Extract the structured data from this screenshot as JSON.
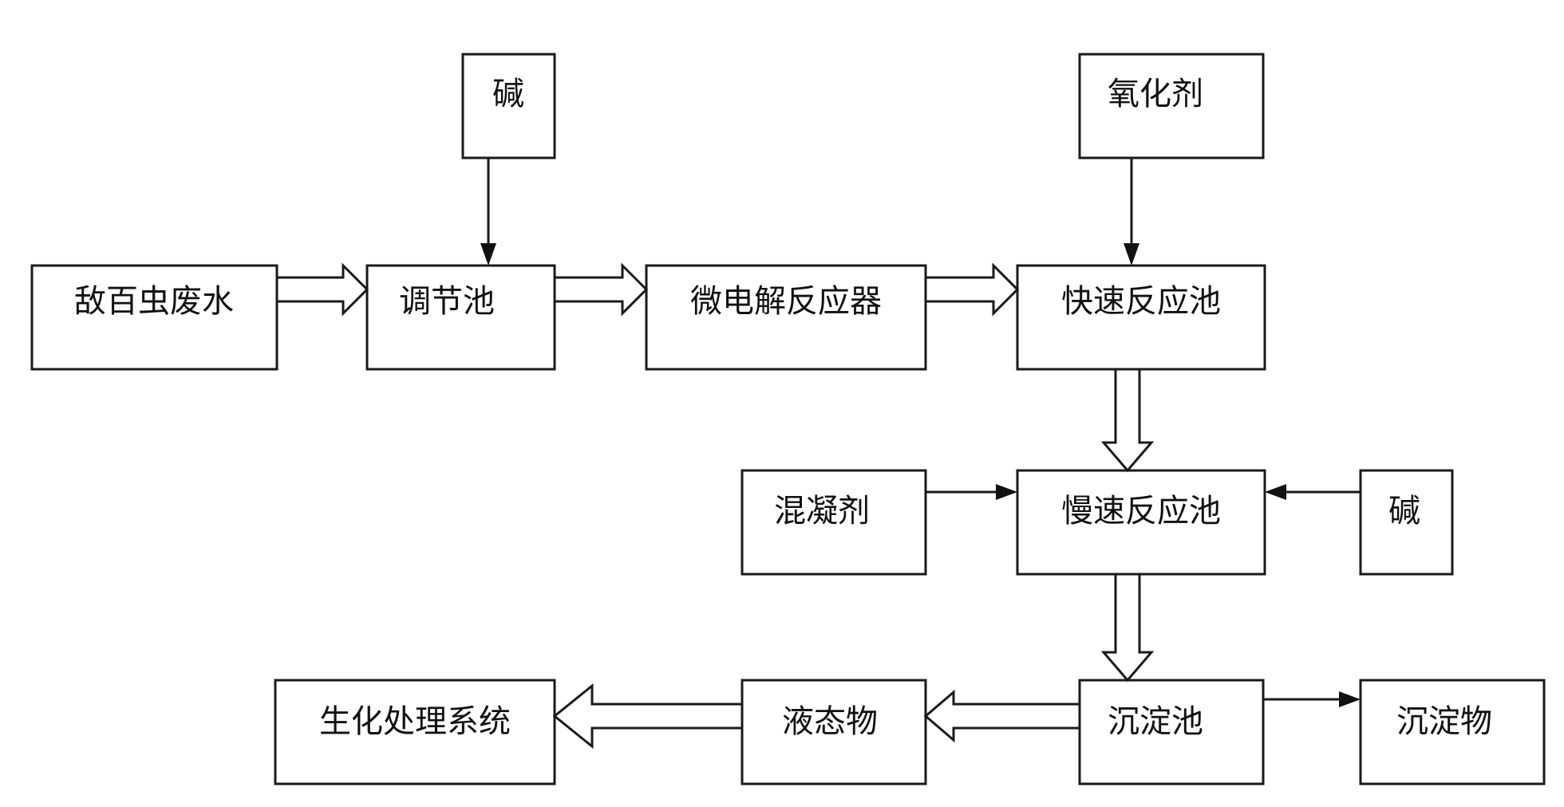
{
  "nodes": {
    "wastewater": "敌百虫废水",
    "alkali_top": "碱",
    "regulating_tank": "调节池",
    "micro_electrolysis": "微电解反应器",
    "oxidant": "氧化剂",
    "fast_reaction_tank": "快速反应池",
    "coagulant": "混凝剂",
    "slow_reaction_tank": "慢速反应池",
    "alkali_right": "碱",
    "biochemical_system": "生化处理系统",
    "liquid": "液态物",
    "sedimentation_tank": "沉淀池",
    "sediment": "沉淀物"
  }
}
